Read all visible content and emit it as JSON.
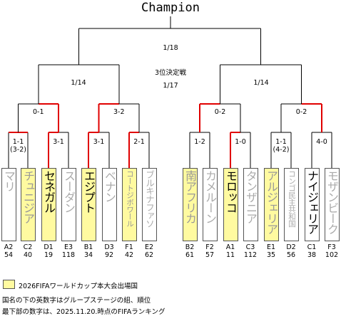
{
  "title": "Champion",
  "rounds": {
    "final_score": "1/18",
    "third_place_label": "3位決定戦",
    "third_place_score": "1/17",
    "left_semi_score": "1/14",
    "right_semi_score": "1/14"
  },
  "quarterfinals": [
    "0-1",
    "3-2",
    "0-2",
    "0-2"
  ],
  "first_round": [
    {
      "score": "1-1",
      "pk": "(3-2)"
    },
    {
      "score": "3-1",
      "pk": ""
    },
    {
      "score": "3-1",
      "pk": ""
    },
    {
      "score": "2-1",
      "pk": ""
    },
    {
      "score": "1-2",
      "pk": ""
    },
    {
      "score": "1-0",
      "pk": ""
    },
    {
      "score": "1-1",
      "pk": "(4-2)"
    },
    {
      "score": "4-0",
      "pk": ""
    }
  ],
  "teams": [
    {
      "name": "マリ",
      "group": "A2",
      "rank": "54",
      "qualified": false,
      "winner": false,
      "size": ""
    },
    {
      "name": "チュニジア",
      "group": "C2",
      "rank": "40",
      "qualified": true,
      "winner": false,
      "size": ""
    },
    {
      "name": "セネガル",
      "group": "D1",
      "rank": "19",
      "qualified": true,
      "winner": true,
      "size": ""
    },
    {
      "name": "スーダン",
      "group": "E3",
      "rank": "118",
      "qualified": false,
      "winner": false,
      "size": ""
    },
    {
      "name": "エジプト",
      "group": "B1",
      "rank": "34",
      "qualified": true,
      "winner": true,
      "size": ""
    },
    {
      "name": "ベナン",
      "group": "D3",
      "rank": "92",
      "qualified": false,
      "winner": false,
      "size": ""
    },
    {
      "name": "コートジボワール",
      "group": "F1",
      "rank": "42",
      "qualified": true,
      "winner": false,
      "size": "s11"
    },
    {
      "name": "ブルキナファソ",
      "group": "E2",
      "rank": "62",
      "qualified": false,
      "winner": false,
      "size": "s12"
    },
    {
      "name": "南アフリカ",
      "group": "B2",
      "rank": "61",
      "qualified": true,
      "winner": false,
      "size": ""
    },
    {
      "name": "カメルーン",
      "group": "F2",
      "rank": "57",
      "qualified": false,
      "winner": false,
      "size": ""
    },
    {
      "name": "モロッコ",
      "group": "A1",
      "rank": "11",
      "qualified": true,
      "winner": true,
      "size": ""
    },
    {
      "name": "タンザニア",
      "group": "C3",
      "rank": "112",
      "qualified": false,
      "winner": false,
      "size": ""
    },
    {
      "name": "アルジェリア",
      "group": "E1",
      "rank": "35",
      "qualified": true,
      "winner": false,
      "size": ""
    },
    {
      "name": "コンゴ民主共和国",
      "group": "D2",
      "rank": "56",
      "qualified": false,
      "winner": false,
      "size": "s11"
    },
    {
      "name": "ナイジェリア",
      "group": "C1",
      "rank": "38",
      "qualified": false,
      "winner": true,
      "size": ""
    },
    {
      "name": "モザンビーク",
      "group": "F3",
      "rank": "102",
      "qualified": false,
      "winner": false,
      "size": ""
    }
  ],
  "legend": {
    "qualified_label": "2026FIFAワールドカップ本大会出場国",
    "note_group": "国名の下の英数字はグループステージの組、順位",
    "note_rank": "最下部の数字は、2025.11.20.時点のFIFAランキング"
  },
  "colors": {
    "qualified_fill": "#fffaa0",
    "win_path": "#e00000",
    "line": "#000000"
  }
}
